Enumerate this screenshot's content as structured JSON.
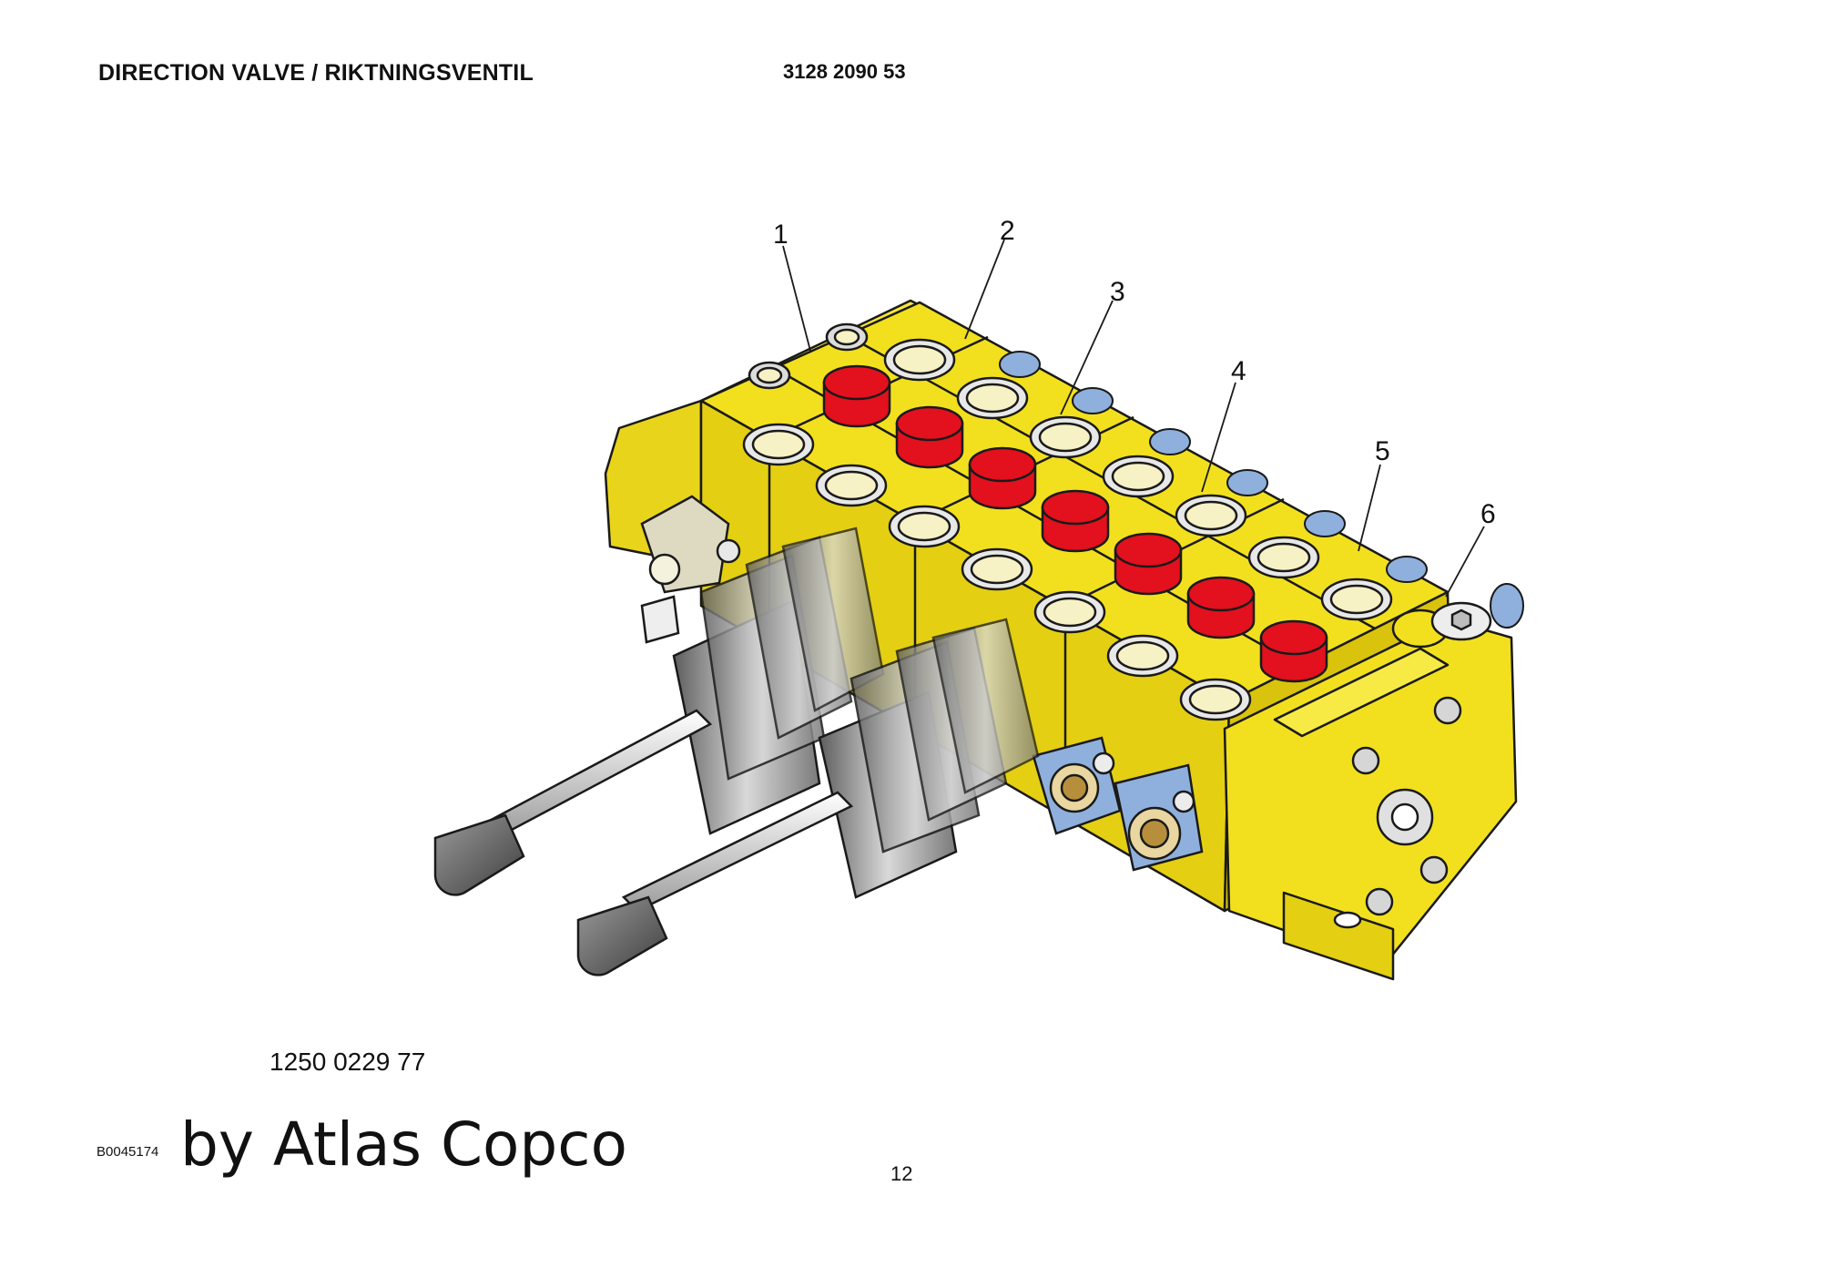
{
  "header": {
    "title": "DIRECTION VALVE / RIKTNINGSVENTIL",
    "part_number": "3128 2090 53"
  },
  "figure": {
    "subject": "direction-valve-illustration",
    "callouts": [
      "1",
      "2",
      "3",
      "4",
      "5",
      "6"
    ],
    "colors": {
      "body": "#f2e01e",
      "cap": "#e3101e",
      "port_liner": "#f7f1c6",
      "fitting": "#8fb0dc",
      "bellows": "#8a8a8a",
      "knob": "#6e6e6e",
      "outline": "#1a1a1a"
    }
  },
  "article_number": "1250 0229 77",
  "image_id": "B0045174",
  "brand_text": "by Atlas Copco",
  "page_number": "12"
}
